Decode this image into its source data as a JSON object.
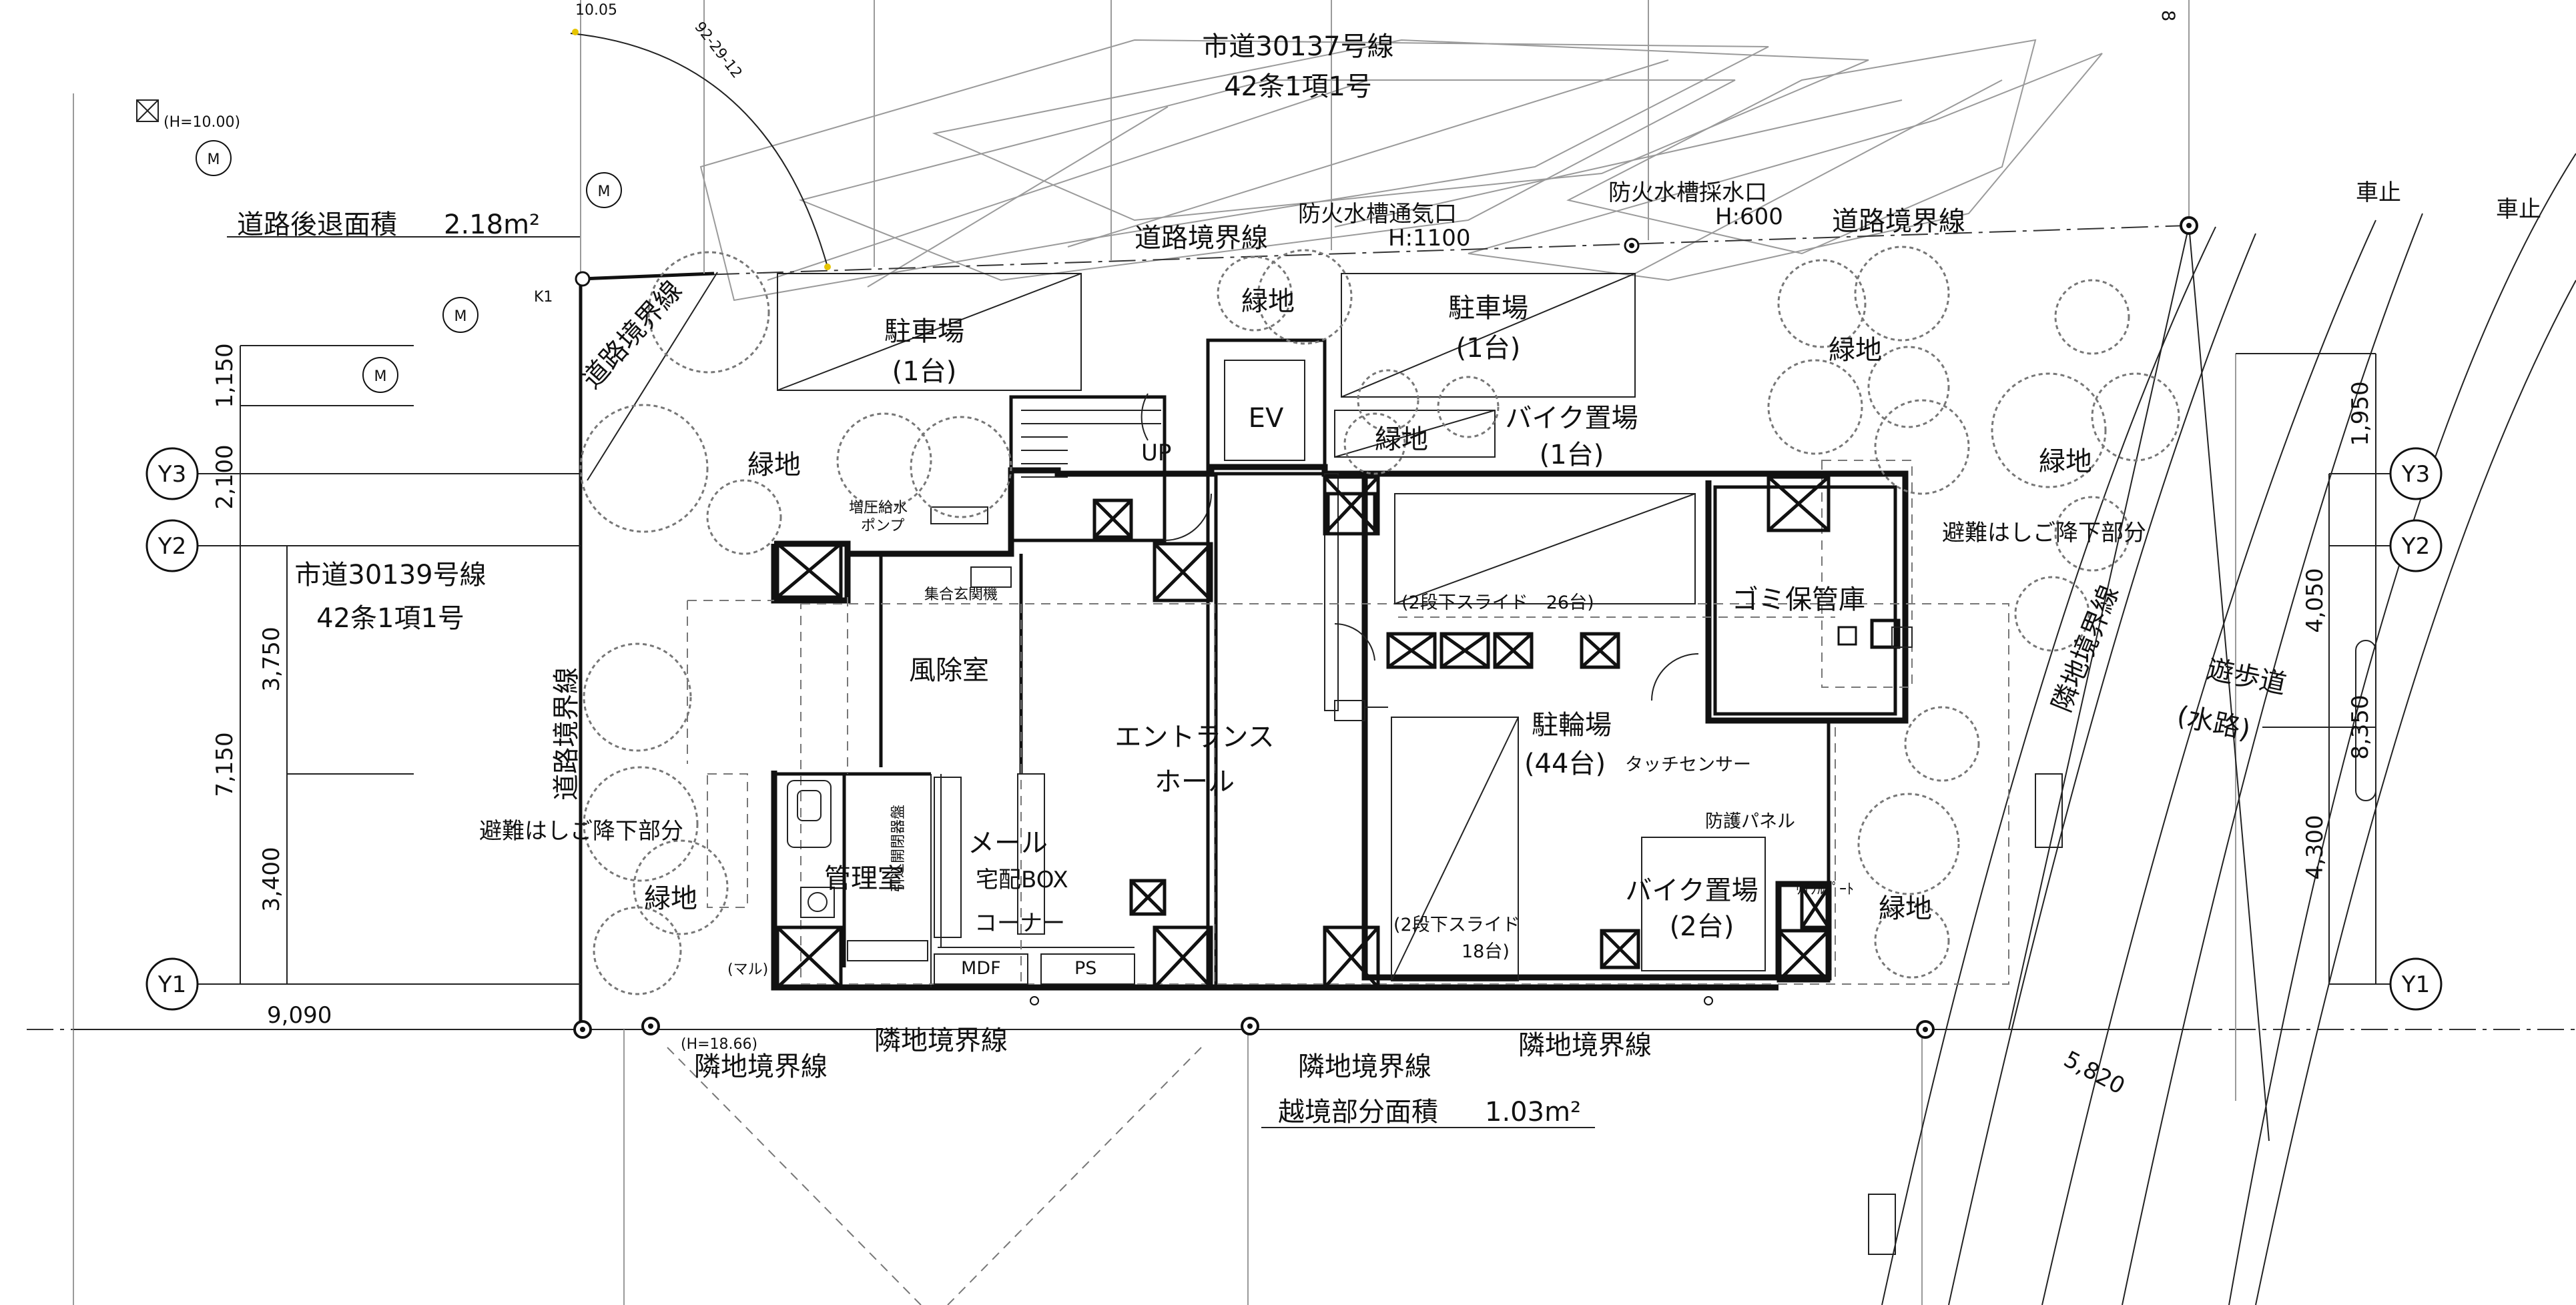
{
  "labels": {
    "road_north_name": "市道30137号線",
    "road_north_law": "42条1項1号",
    "road_west_name": "市道30139号線",
    "road_west_law": "42条1項1号",
    "road_setback_area": "道路後退面積",
    "road_setback_value": "2.18m²",
    "road_boundary": "道路境界線",
    "neighbor_boundary": "隣地境界線",
    "overlap_area": "越境部分面積",
    "overlap_value": "1.03m²",
    "bm_height": "(H=10.00)",
    "bm_height2": "(H=18.66)",
    "angle": "92-29-12",
    "small_dim": "10.05",
    "point_k1": "K1",
    "manhole": "M",
    "fire_vent": "防火水槽通気口",
    "fire_vent_h": "H:1100",
    "fire_intake": "防火水槽採水口",
    "fire_intake_h": "H:600",
    "car_stop": "車止",
    "parking": "駐車場",
    "parking_count": "(1台)",
    "green": "緑地",
    "ev": "EV",
    "up": "UP",
    "pump_1": "増圧給水",
    "pump_2": "ポンプ",
    "bike_parking": "バイク置場",
    "bike_parking_count_1": "(1台)",
    "bike_parking_count_2": "(2台)",
    "intercom": "集合玄関機",
    "windbreak_room": "風除室",
    "entrance_hall_1": "エントランス",
    "entrance_hall_2": "ホール",
    "bicycle_slide_1": "(2段下スライド　26台)",
    "bicycle_slide_2": "(2段下スライド",
    "bicycle_slide_2b": "18台)",
    "bicycle_parking": "駐輪場",
    "bicycle_count": "(44台)",
    "touch_sensor": "タッチセンサー",
    "guard_panel": "防護パネル",
    "garbage_room": "ゴミ保管庫",
    "escape_ladder": "避難はしご降下部分",
    "escape_ladder_left": "避難はしご降下部分",
    "mail": "メール",
    "delivery_box": "宅配BOX",
    "corner": "コーナー",
    "management_room": "管理室",
    "mdf": "MDF",
    "ps": "PS",
    "maru": "(マル)",
    "vertical_note": "引込開閉器盤",
    "bike_kit": "ｻｲｸﾙﾎﾟｰﾄ",
    "sidewalk": "遊歩道",
    "waterway": "(水路)",
    "grid_y1": "Y1",
    "grid_y2": "Y2",
    "grid_y3": "Y3",
    "dim_1150": "1,150",
    "dim_2100": "2,100",
    "dim_3750": "3,750",
    "dim_7150": "7,150",
    "dim_3400": "3,400",
    "dim_9090": "9,090",
    "dim_1950": "1,950",
    "dim_4050": "4,050",
    "dim_8350": "8,350",
    "dim_4300": "4,300",
    "dim_5820": "5,820",
    "edge_mark": "8"
  }
}
